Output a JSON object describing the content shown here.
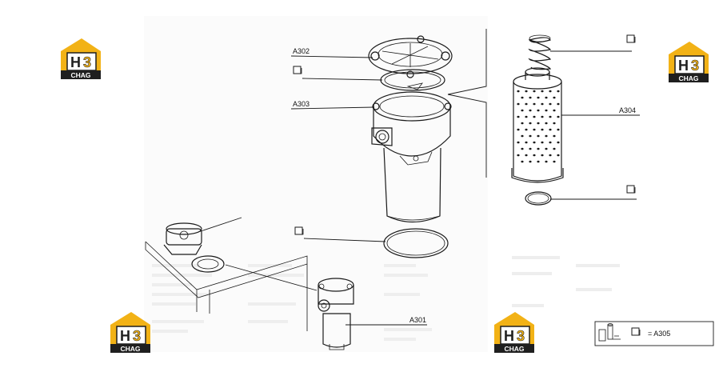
{
  "labels": {
    "a302": "A302",
    "a303": "A303",
    "a304": "A304",
    "a301": "A301",
    "a305": "= A305"
  },
  "logo": {
    "text": "CHAG",
    "brand_color": "#f2b216",
    "dark_color": "#1f1f1f"
  },
  "icons": [
    "checkbox-icon",
    "house-logo-icon"
  ],
  "colors": {
    "ink": "#1a1a1a",
    "ghost": "#e9e9e9",
    "background": "#ffffff"
  }
}
